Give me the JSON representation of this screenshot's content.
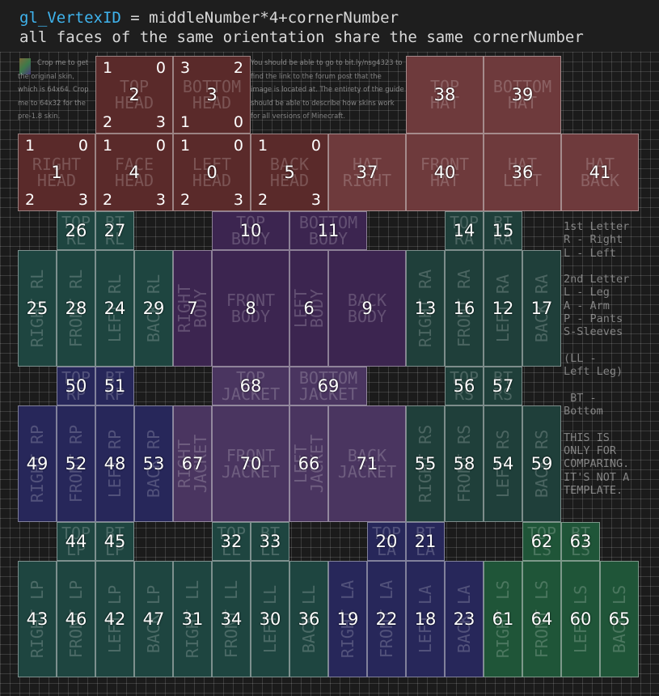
{
  "header": {
    "line1_highlight": "gl_VertexID",
    "line1_rest": " = middleNumber*4+cornerNumber",
    "line2": "all faces of the same orientation share the same cornerNumber"
  },
  "colors": {
    "header_highlight": "#3fb4ee",
    "head": "#5a2a2a",
    "hat": "#6e3a3c",
    "body": "#3c2550",
    "jacket": "#4a3560",
    "right_leg": "#1e4540",
    "right_arm_sleeve": "#1f3f3a",
    "arm_pants": "#27275a",
    "left_sleeve": "#1f5538",
    "grid": "#ffffff",
    "text": "#ffffff"
  },
  "notes": {
    "crop_text": "Crop me to get the original skin, which is 64x64. Crop me to 64x32 for the pre-1.8 skin.",
    "guide_text": "You should be able to go to bit.ly/nsg4323 to find the link to the forum post that the image is located at. The entirety of the guide should be able to describe how skins work for all versions of Minecraft.",
    "steve_icon": "steve-head-icon"
  },
  "legend": {
    "text": "1st Letter\nR - Right\nL - Left\n\n2nd Letter\nL - Leg\nA - Arm\nP - Pants\nS-Sleeves\n\n(LL -\nLeft Leg)\n\n BT -\nBottom\n\nTHIS IS\nONLY FOR\nCOMPARING.\nIT'S NOT A\nTEMPLATE."
  },
  "faces": [
    {
      "key": "top_head",
      "label": "TOP\nHEAD",
      "index": "2",
      "color": "head",
      "corners": [
        "1",
        "0",
        "2",
        "3"
      ]
    },
    {
      "key": "bottom_head",
      "label": "BOTTOM\nHEAD",
      "index": "3",
      "color": "head",
      "corners": [
        "3",
        "2",
        "1",
        "0"
      ]
    },
    {
      "key": "top_hat",
      "label": "TOP\nHAT",
      "index": "38",
      "color": "hat"
    },
    {
      "key": "bottom_hat",
      "label": "BOTTOM\nHAT",
      "index": "39",
      "color": "hat"
    },
    {
      "key": "right_head",
      "label": "RIGHT\nHEAD",
      "index": "1",
      "color": "head",
      "corners": [
        "1",
        "0",
        "2",
        "3"
      ]
    },
    {
      "key": "face_head",
      "label": "FACE\nHEAD",
      "index": "4",
      "color": "head",
      "corners": [
        "1",
        "0",
        "2",
        "3"
      ]
    },
    {
      "key": "left_head",
      "label": "LEFT\nHEAD",
      "index": "0",
      "color": "head",
      "corners": [
        "1",
        "0",
        "2",
        "3"
      ]
    },
    {
      "key": "back_head",
      "label": "BACK\nHEAD",
      "index": "5",
      "color": "head",
      "corners": [
        "1",
        "0",
        "2",
        "3"
      ]
    },
    {
      "key": "hat_right",
      "label": "HAT\nRIGHT",
      "index": "37",
      "color": "hat"
    },
    {
      "key": "front_hat",
      "label": "FRONT\nHAT",
      "index": "40",
      "color": "hat"
    },
    {
      "key": "hat_left",
      "label": "HAT\nLEFT",
      "index": "36",
      "color": "hat"
    },
    {
      "key": "hat_back",
      "label": "HAT\nBACK",
      "index": "41",
      "color": "hat"
    },
    {
      "key": "top_rl",
      "label": "TOP\nRL",
      "index": "26",
      "color": "right_leg"
    },
    {
      "key": "bt_rl",
      "label": "BT\nRL",
      "index": "27",
      "color": "right_leg"
    },
    {
      "key": "top_body",
      "label": "TOP\nBODY",
      "index": "10",
      "color": "body"
    },
    {
      "key": "bottom_body",
      "label": "BOTTOM\nBODY",
      "index": "11",
      "color": "body"
    },
    {
      "key": "top_ra",
      "label": "TOP\nRA",
      "index": "14",
      "color": "right_arm_sleeve"
    },
    {
      "key": "bt_ra",
      "label": "BT\nRA",
      "index": "15",
      "color": "right_arm_sleeve"
    },
    {
      "key": "right_rl",
      "label": "RIGHT RL",
      "index": "25",
      "color": "right_leg",
      "vert": true
    },
    {
      "key": "front_rl",
      "label": "FRONT RL",
      "index": "28",
      "color": "right_leg",
      "vert": true
    },
    {
      "key": "left_rl",
      "label": "LEFT RL",
      "index": "24",
      "color": "right_leg",
      "vert": true
    },
    {
      "key": "back_rl",
      "label": "BACK RL",
      "index": "29",
      "color": "right_leg",
      "vert": true
    },
    {
      "key": "right_body",
      "label": "RIGHT\nBODY",
      "index": "7",
      "color": "body",
      "vert": true
    },
    {
      "key": "front_body",
      "label": "FRONT\nBODY",
      "index": "8",
      "color": "body"
    },
    {
      "key": "left_body",
      "label": "LEFT\nBODY",
      "index": "6",
      "color": "body",
      "vert": true
    },
    {
      "key": "back_body",
      "label": "BACK\nBODY",
      "index": "9",
      "color": "body"
    },
    {
      "key": "right_ra",
      "label": "RIGHT RA",
      "index": "13",
      "color": "right_arm_sleeve",
      "vert": true
    },
    {
      "key": "front_ra",
      "label": "FRONT RA",
      "index": "16",
      "color": "right_arm_sleeve",
      "vert": true
    },
    {
      "key": "left_ra",
      "label": "LEFT RA",
      "index": "12",
      "color": "right_arm_sleeve",
      "vert": true
    },
    {
      "key": "back_ra",
      "label": "BACK RA",
      "index": "17",
      "color": "right_arm_sleeve",
      "vert": true
    },
    {
      "key": "top_rp",
      "label": "TOP\nRP",
      "index": "50",
      "color": "arm_pants"
    },
    {
      "key": "bt_rp",
      "label": "BT\nRP",
      "index": "51",
      "color": "arm_pants"
    },
    {
      "key": "top_jacket",
      "label": "TOP\nJACKET",
      "index": "68",
      "color": "jacket"
    },
    {
      "key": "bottom_jacket",
      "label": "BOTTOM\nJACKET",
      "index": "69",
      "color": "jacket"
    },
    {
      "key": "top_rs",
      "label": "TOP\nRS",
      "index": "56",
      "color": "right_arm_sleeve"
    },
    {
      "key": "bt_rs",
      "label": "BT\nRS",
      "index": "57",
      "color": "right_arm_sleeve"
    },
    {
      "key": "right_rp",
      "label": "RIGHT RP",
      "index": "49",
      "color": "arm_pants",
      "vert": true
    },
    {
      "key": "front_rp",
      "label": "FRONT RP",
      "index": "52",
      "color": "arm_pants",
      "vert": true
    },
    {
      "key": "left_rp",
      "label": "LEFT RP",
      "index": "48",
      "color": "arm_pants",
      "vert": true
    },
    {
      "key": "back_rp",
      "label": "BACK RP",
      "index": "53",
      "color": "arm_pants",
      "vert": true
    },
    {
      "key": "right_jacket",
      "label": "RIGHT\nJACKET",
      "index": "67",
      "color": "jacket",
      "vert": true
    },
    {
      "key": "front_jacket",
      "label": "FRONT\nJACKET",
      "index": "70",
      "color": "jacket"
    },
    {
      "key": "left_jacket",
      "label": "LEFT\nJACKET",
      "index": "66",
      "color": "jacket",
      "vert": true
    },
    {
      "key": "back_jacket",
      "label": "BACK\nJACKET",
      "index": "71",
      "color": "jacket"
    },
    {
      "key": "right_rs",
      "label": "RIGHT RS",
      "index": "55",
      "color": "right_arm_sleeve",
      "vert": true
    },
    {
      "key": "front_rs",
      "label": "FRONT RS",
      "index": "58",
      "color": "right_arm_sleeve",
      "vert": true
    },
    {
      "key": "left_rs",
      "label": "LEFT RS",
      "index": "54",
      "color": "right_arm_sleeve",
      "vert": true
    },
    {
      "key": "back_rs",
      "label": "BACK RS",
      "index": "59",
      "color": "right_arm_sleeve",
      "vert": true
    },
    {
      "key": "top_lp",
      "label": "TOP\nLP",
      "index": "44",
      "color": "right_leg"
    },
    {
      "key": "bt_lp",
      "label": "BT\nLP",
      "index": "45",
      "color": "right_leg"
    },
    {
      "key": "top_ll",
      "label": "TOP\nLL",
      "index": "32",
      "color": "right_leg"
    },
    {
      "key": "bt_ll",
      "label": "BT\nLL",
      "index": "33",
      "color": "right_leg"
    },
    {
      "key": "top_la",
      "label": "TOP\nLA",
      "index": "20",
      "color": "arm_pants"
    },
    {
      "key": "bt_la",
      "label": "BT\nLA",
      "index": "21",
      "color": "arm_pants"
    },
    {
      "key": "top_ls",
      "label": "TOP\nLS",
      "index": "62",
      "color": "left_sleeve"
    },
    {
      "key": "bt_ls",
      "label": "BT\nLS",
      "index": "63",
      "color": "left_sleeve"
    },
    {
      "key": "right_lp",
      "label": "RIGHT LP",
      "index": "43",
      "color": "right_leg",
      "vert": true
    },
    {
      "key": "front_lp",
      "label": "FRONT LP",
      "index": "46",
      "color": "right_leg",
      "vert": true
    },
    {
      "key": "left_lp",
      "label": "LEFT LP",
      "index": "42",
      "color": "right_leg",
      "vert": true
    },
    {
      "key": "back_lp",
      "label": "BACK LP",
      "index": "47",
      "color": "right_leg",
      "vert": true
    },
    {
      "key": "right_ll",
      "label": "RIGHT LL",
      "index": "31",
      "color": "right_leg",
      "vert": true
    },
    {
      "key": "front_ll",
      "label": "FRONT LL",
      "index": "34",
      "color": "right_leg",
      "vert": true
    },
    {
      "key": "left_ll",
      "label": "LEFT LL",
      "index": "30",
      "color": "right_leg",
      "vert": true
    },
    {
      "key": "back_ll",
      "label": "BACK LL",
      "index": "36",
      "color": "right_leg",
      "vert": true
    },
    {
      "key": "right_la",
      "label": "RIGHT LA",
      "index": "19",
      "color": "arm_pants",
      "vert": true
    },
    {
      "key": "front_la",
      "label": "FRONT LA",
      "index": "22",
      "color": "arm_pants",
      "vert": true
    },
    {
      "key": "left_la",
      "label": "LEFT LA",
      "index": "18",
      "color": "arm_pants",
      "vert": true
    },
    {
      "key": "back_la",
      "label": "BACK LA",
      "index": "23",
      "color": "arm_pants",
      "vert": true
    },
    {
      "key": "right_ls",
      "label": "RIGHT LS",
      "index": "61",
      "color": "left_sleeve",
      "vert": true
    },
    {
      "key": "front_ls",
      "label": "FRONT LS",
      "index": "64",
      "color": "left_sleeve",
      "vert": true
    },
    {
      "key": "left_ls",
      "label": "LEFT LS",
      "index": "60",
      "color": "left_sleeve",
      "vert": true
    },
    {
      "key": "back_ls",
      "label": "BACK LS",
      "index": "65",
      "color": "left_sleeve",
      "vert": true
    }
  ]
}
